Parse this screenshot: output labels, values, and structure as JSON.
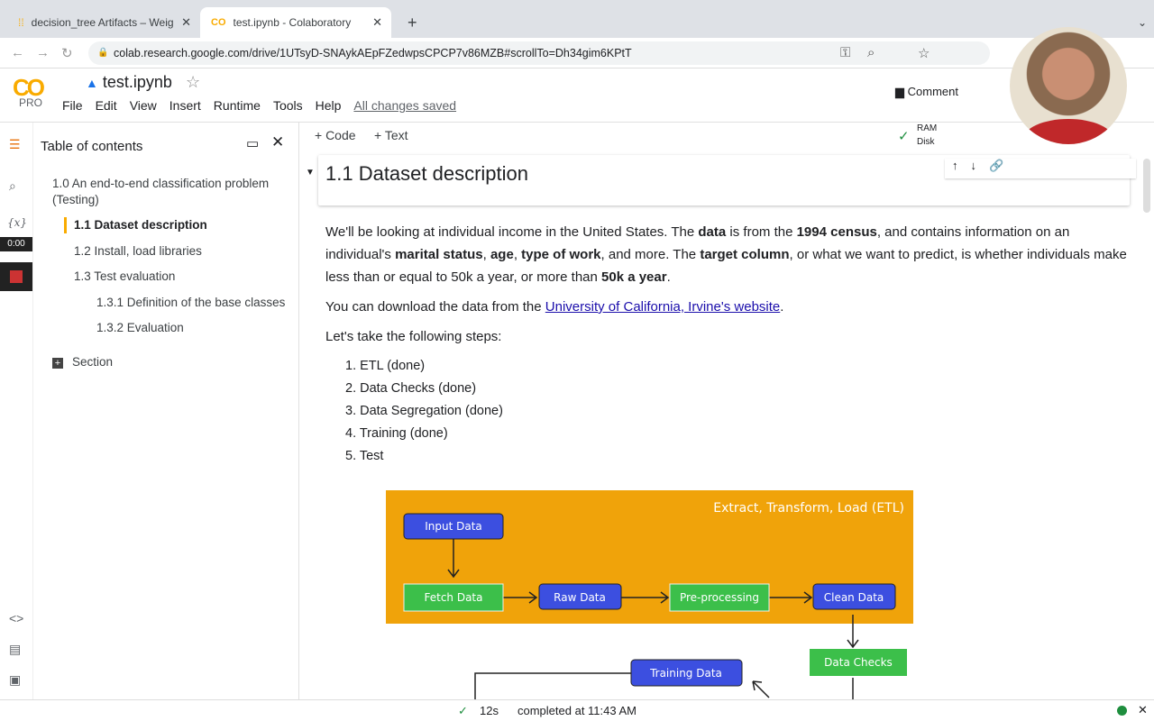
{
  "browser": {
    "tabs": [
      {
        "title": "decision_tree Artifacts – Weigl"
      },
      {
        "title": "test.ipynb - Colaboratory"
      }
    ],
    "url": "colab.research.google.com/drive/1UTsyD-SNAykAEpFZedwpsCPCP7v86MZB#scrollTo=Dh34gim6KPtT"
  },
  "header": {
    "logo": "CO",
    "pro": "PRO",
    "title": "test.ipynb",
    "menu": [
      "File",
      "Edit",
      "View",
      "Insert",
      "Runtime",
      "Tools",
      "Help"
    ],
    "saved": "All changes saved",
    "comment": "Comment"
  },
  "rail": {
    "timer": "0:00"
  },
  "toc": {
    "title": "Table of contents",
    "items": [
      "1.0 An end-to-end classification problem (Testing)",
      "1.1 Dataset description",
      "1.2 Install, load libraries",
      "1.3 Test evaluation",
      "1.3.1 Definition of the base classes",
      "1.3.2 Evaluation"
    ],
    "section": "Section"
  },
  "toolbar": {
    "code": "+ Code",
    "text": "+ Text",
    "ram": "RAM",
    "disk": "Disk"
  },
  "cell": {
    "heading": "1.1 Dataset description",
    "p1": [
      "We'll be looking at individual income in the United States. The ",
      "data",
      " is from the ",
      "1994 census",
      ", and contains information on an individual's ",
      "marital status",
      ", ",
      "age",
      ", ",
      "type of work",
      ", and more. The ",
      "target column",
      ", or what we want to predict, is whether individuals make less than or equal to 50k a year, or more than ",
      "50k a year",
      "."
    ],
    "p2": "You can download the data from the ",
    "link": "University of California, Irvine's website",
    "p2end": ".",
    "p3": "Let's take the following steps:",
    "steps": [
      "1. ETL (done)",
      "2. Data Checks (done)",
      "3. Data Segregation (done)",
      "4. Training (done)",
      "5. Test"
    ]
  },
  "diagram": {
    "etl_label": "Extract, Transform, Load (ETL)",
    "nodes": [
      "Input Data",
      "Fetch Data",
      "Raw Data",
      "Pre-processing",
      "Clean Data",
      "Data Checks",
      "Training Data"
    ],
    "colors": {
      "orange": "#f0a30a",
      "blue": "#3c4fe0",
      "green": "#3cbf4a"
    }
  },
  "status": {
    "time": "12s",
    "completed": "completed at 11:43 AM"
  }
}
